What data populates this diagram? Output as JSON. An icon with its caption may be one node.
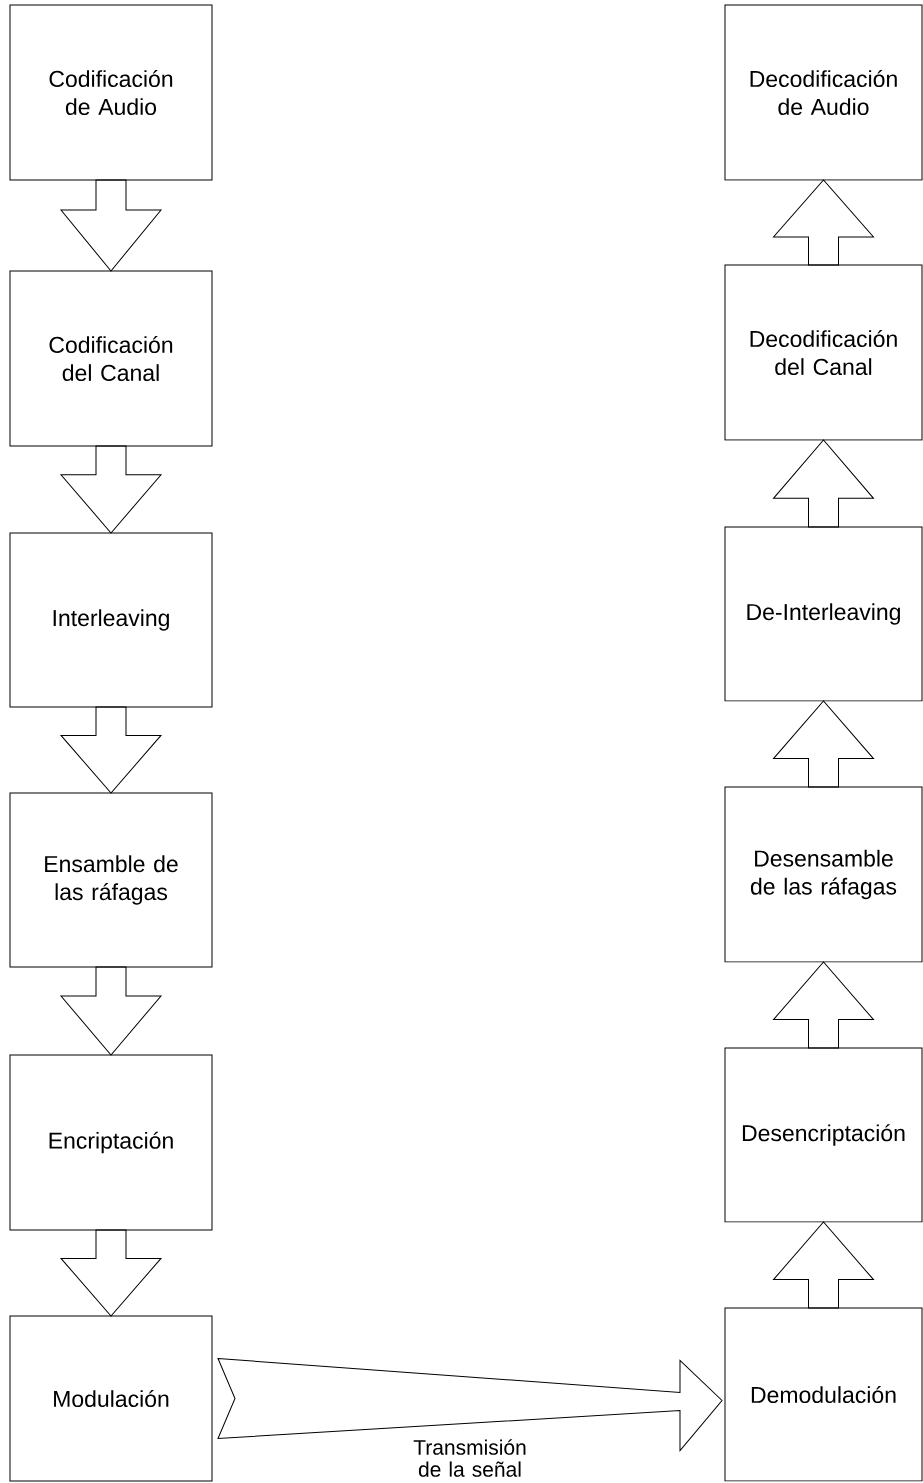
{
  "diagram": {
    "nodes": [
      {
        "text": [
          "Codificación de Audio"
        ]
      },
      {
        "text": [
          "Codificación del Canal"
        ]
      },
      {
        "text": [
          "Interleaving"
        ]
      },
      {
        "text": [
          "Ensamble de las ráfagas"
        ]
      },
      {
        "text": [
          "Encriptación"
        ]
      },
      {
        "text": [
          "Modulación"
        ]
      },
      {
        "text": [
          "Decodificación de Audio"
        ]
      },
      {
        "text": [
          "Decodificación del Canal"
        ]
      },
      {
        "text": [
          "De-Interleaving"
        ]
      },
      {
        "text": [
          "Desensamble de las ráfagas"
        ]
      },
      {
        "text": [
          "Desencriptación"
        ]
      },
      {
        "text": [
          "Demodulación"
        ]
      }
    ],
    "edges": [
      {
        "from": 0,
        "to": 1,
        "arrow": "to"
      },
      {
        "from": 1,
        "to": 2,
        "arrow": "to"
      },
      {
        "from": 2,
        "to": 3,
        "arrow": "to"
      },
      {
        "from": 3,
        "to": 4,
        "arrow": "to"
      },
      {
        "from": 4,
        "to": 5,
        "arrow": "to"
      },
      {
        "from": 5,
        "to": 11,
        "arrow": "to",
        "label": "Transmisión de la señal"
      },
      {
        "from": 11,
        "to": 10,
        "arrow": "to"
      },
      {
        "from": 10,
        "to": 9,
        "arrow": "to"
      },
      {
        "from": 9,
        "to": 8,
        "arrow": "to"
      },
      {
        "from": 8,
        "to": 7,
        "arrow": "to"
      },
      {
        "from": 7,
        "to": 6,
        "arrow": "to"
      }
    ]
  }
}
